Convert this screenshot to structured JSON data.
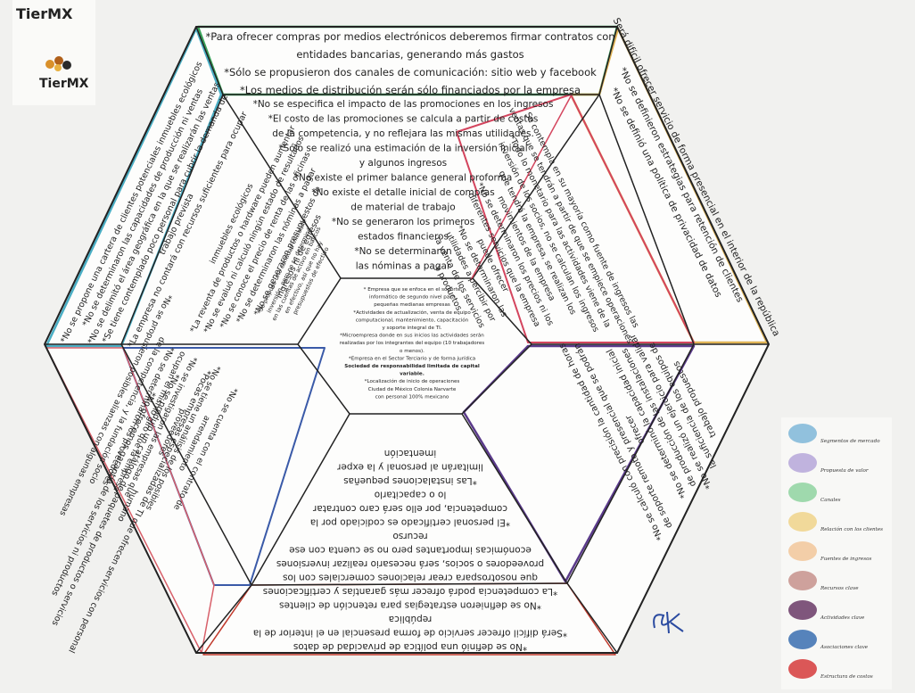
{
  "brand": {
    "title": "TierMX",
    "name": "TierMX"
  },
  "segments": {
    "top": {
      "color": "#3aa25a",
      "lines": [
        "*Para ofrecer compras por medios electrónicos deberemos firmar contratos con",
        "entidades bancarias, generando más gastos",
        "*Sólo se propusieron dos canales de comunicación: sitio web y facebook",
        "*Los medios de distribución serán sólo financiados por la empresa"
      ]
    },
    "top_right": {
      "color": "#e0b455",
      "lines": [
        "Será difícil ofrecer servicio de forma presencial en el interior de la república",
        "*No se definieron estrategias para retención de clientes",
        "*No se definió una política de privacidad de datos"
      ]
    },
    "top_left": {
      "color": "#4aaec4",
      "lines": [
        "*No se propone una cartera de clientes potenciales inmuebles ecológicos",
        "*No se determinaron las capacidades de producción ni ventas",
        "*No se delimitó el área geográfica en la que se realizarán las ventas",
        "*Se tiene contemplado poco personal para cubrir la demanda de",
        "trabajo prevista",
        "*La empresa no contará con recursos suficientes para ocupar"
      ]
    },
    "center_top": {
      "lines": [
        "*No se especifica el impacto de las promociones en los ingresos",
        "*El costo de las promociones se calcula a partir de costos",
        "de la competencia, y no reflejara las mismas utilidades.",
        "*Sólo se realizó una estimación de la inversión inicial",
        "y algunos ingresos",
        "*No existe el primer balance general proforma",
        "*No existe el detalle inicial de compras",
        "de material de trabajo",
        "*No se generaron los primeros",
        "estados financieros",
        "*No se determinaron",
        "las nóminas a pagar"
      ]
    },
    "inner_left": {
      "lines": [
        "inmuebles ecológicos",
        "*La reventa de productos o hardware pueden aumentar",
        "*No se evaluó ni calculó ningún estado de resultados",
        "*No se conoce el precio de renta de las oficinas",
        "*No se determinaron las nóminas a pagar",
        "*No se generaron presupuestos de",
        "ingresos ni de egresos"
      ],
      "small_lines": [
        "*Se propuso una cantidad inicial de",
        "inversión, pero no se determinó",
        "en las cuentas de activo en bancos",
        "en efectivo, así que no hay",
        "presupuestos de efectivo"
      ]
    },
    "inner_right": {
      "color": "#d4455e",
      "lines": [
        "Se contempla en su mayoría como fuente de ingresos las",
        "ventas que se tendrán a partir de que se empiece operaciones",
        "*Todo lo monetario para las actividades viene de la",
        "inversión de los socios, no se calculan los ingresos",
        "que tendrá la empresa, se realizan los",
        "movimientos de la empresa",
        "*No se determinaron los precios ni los",
        "diferentes servicios que la empresa",
        "puede ofrecer",
        "*No se determinaron las",
        "utilidades a percibir por",
        "la venta de los servicios",
        "y productos"
      ]
    },
    "center": {
      "lines": [
        "* Empresa que se enfoca en el soporte",
        "informático de segundo nivel para",
        "pequeñas medianas empresas",
        "*Actividades de actualización, venta de equipo",
        "computacional, mantenimiento, capacitación",
        "y soporte integral de TI.",
        "*Microempresa donde en sus inicios las actividades serán",
        "realizadas por los integrantes del equipo (10 trabajadores",
        "o menos).",
        "*Empresa en el Sector Terciario y de forma jurídica",
        "Sociedad de responsabilidad limitada de capital",
        "variable.",
        "*Localización de inicio de operaciones",
        "Ciudad de México Colonia Narvarte",
        "con personal 100% mexicano"
      ]
    },
    "lower_right": {
      "color": "#5a3a8a",
      "lines": [
        "*No se calculó con precisión la cantidad de horas",
        "de soporte remoto y presencial que se podrán",
        "ofrecer",
        "*No se determinó la capacidad inicial",
        "de producción de las instalaciones",
        "*No se realizó un ejercicio para validar",
        "la suficiencia de los equipos de",
        "trabajo propuestos"
      ]
    },
    "lower_left": {
      "color": "#3a5aa8",
      "lines": [
        "*No se cuenta con el contrato de",
        "arrendamiento",
        "*No se tiene un análisis de los posibles",
        "proveedores",
        "*No se investigaron las empresas que",
        "ocupan el mismo giro que la empresa",
        "*No se determinaron los proveedores",
        "de la competencia, y la fundación socio",
        "*No se propusieron posibles alianzas con algunas empresas"
      ]
    },
    "outer_left": {
      "color": "#d8606a",
      "lines": [
        "*Pocas empresas especializadas de TI que ofrecen servicios con personal",
        "humano",
        "*No se produjo un catálogo de paquetes de productos o servicios",
        "*No ofrecemos garantía de los servicios ni productos"
      ]
    },
    "bottom": {
      "color": "#c0392b",
      "lines": [
        "*No se definió una política de privacidad de datos",
        "*Será difícil ofrecer servicio de forma presencial en el interior de la",
        "república",
        "*No se definieron estrategias para retención de clientes",
        "*La competencia podrá ofrecer más garantías y certificaciones",
        "que nosotrospara crear relaciones comerciales con los",
        "proveedores o socios, será necesario realizar inversiones",
        "económicas importantes pero no se cuenta con ese",
        "recurso",
        "*El personal certificado es codiciado por la",
        "competencia, por ello será caro contratar",
        "lo o capacitarlo",
        "*Las instalaciones pequeñas",
        "limitarán al personal y la exper",
        "imentación"
      ]
    }
  },
  "legend": {
    "items": [
      {
        "label": "Segmentos de mercado",
        "color": "#7fb7d8"
      },
      {
        "label": "Propuesta de valor",
        "color": "#b6a7d9"
      },
      {
        "label": "Canales",
        "color": "#8fd3a0"
      },
      {
        "label": "Relación con los clientes",
        "color": "#f0d48a"
      },
      {
        "label": "Fuentes de ingresos",
        "color": "#f2c79a"
      },
      {
        "label": "Recursos clave",
        "color": "#c7928c"
      },
      {
        "label": "Actividades clave",
        "color": "#6a3a66"
      },
      {
        "label": "Asociaciones clave",
        "color": "#3a6fb0"
      },
      {
        "label": "Estructura de costos",
        "color": "#d63b3b"
      }
    ]
  }
}
